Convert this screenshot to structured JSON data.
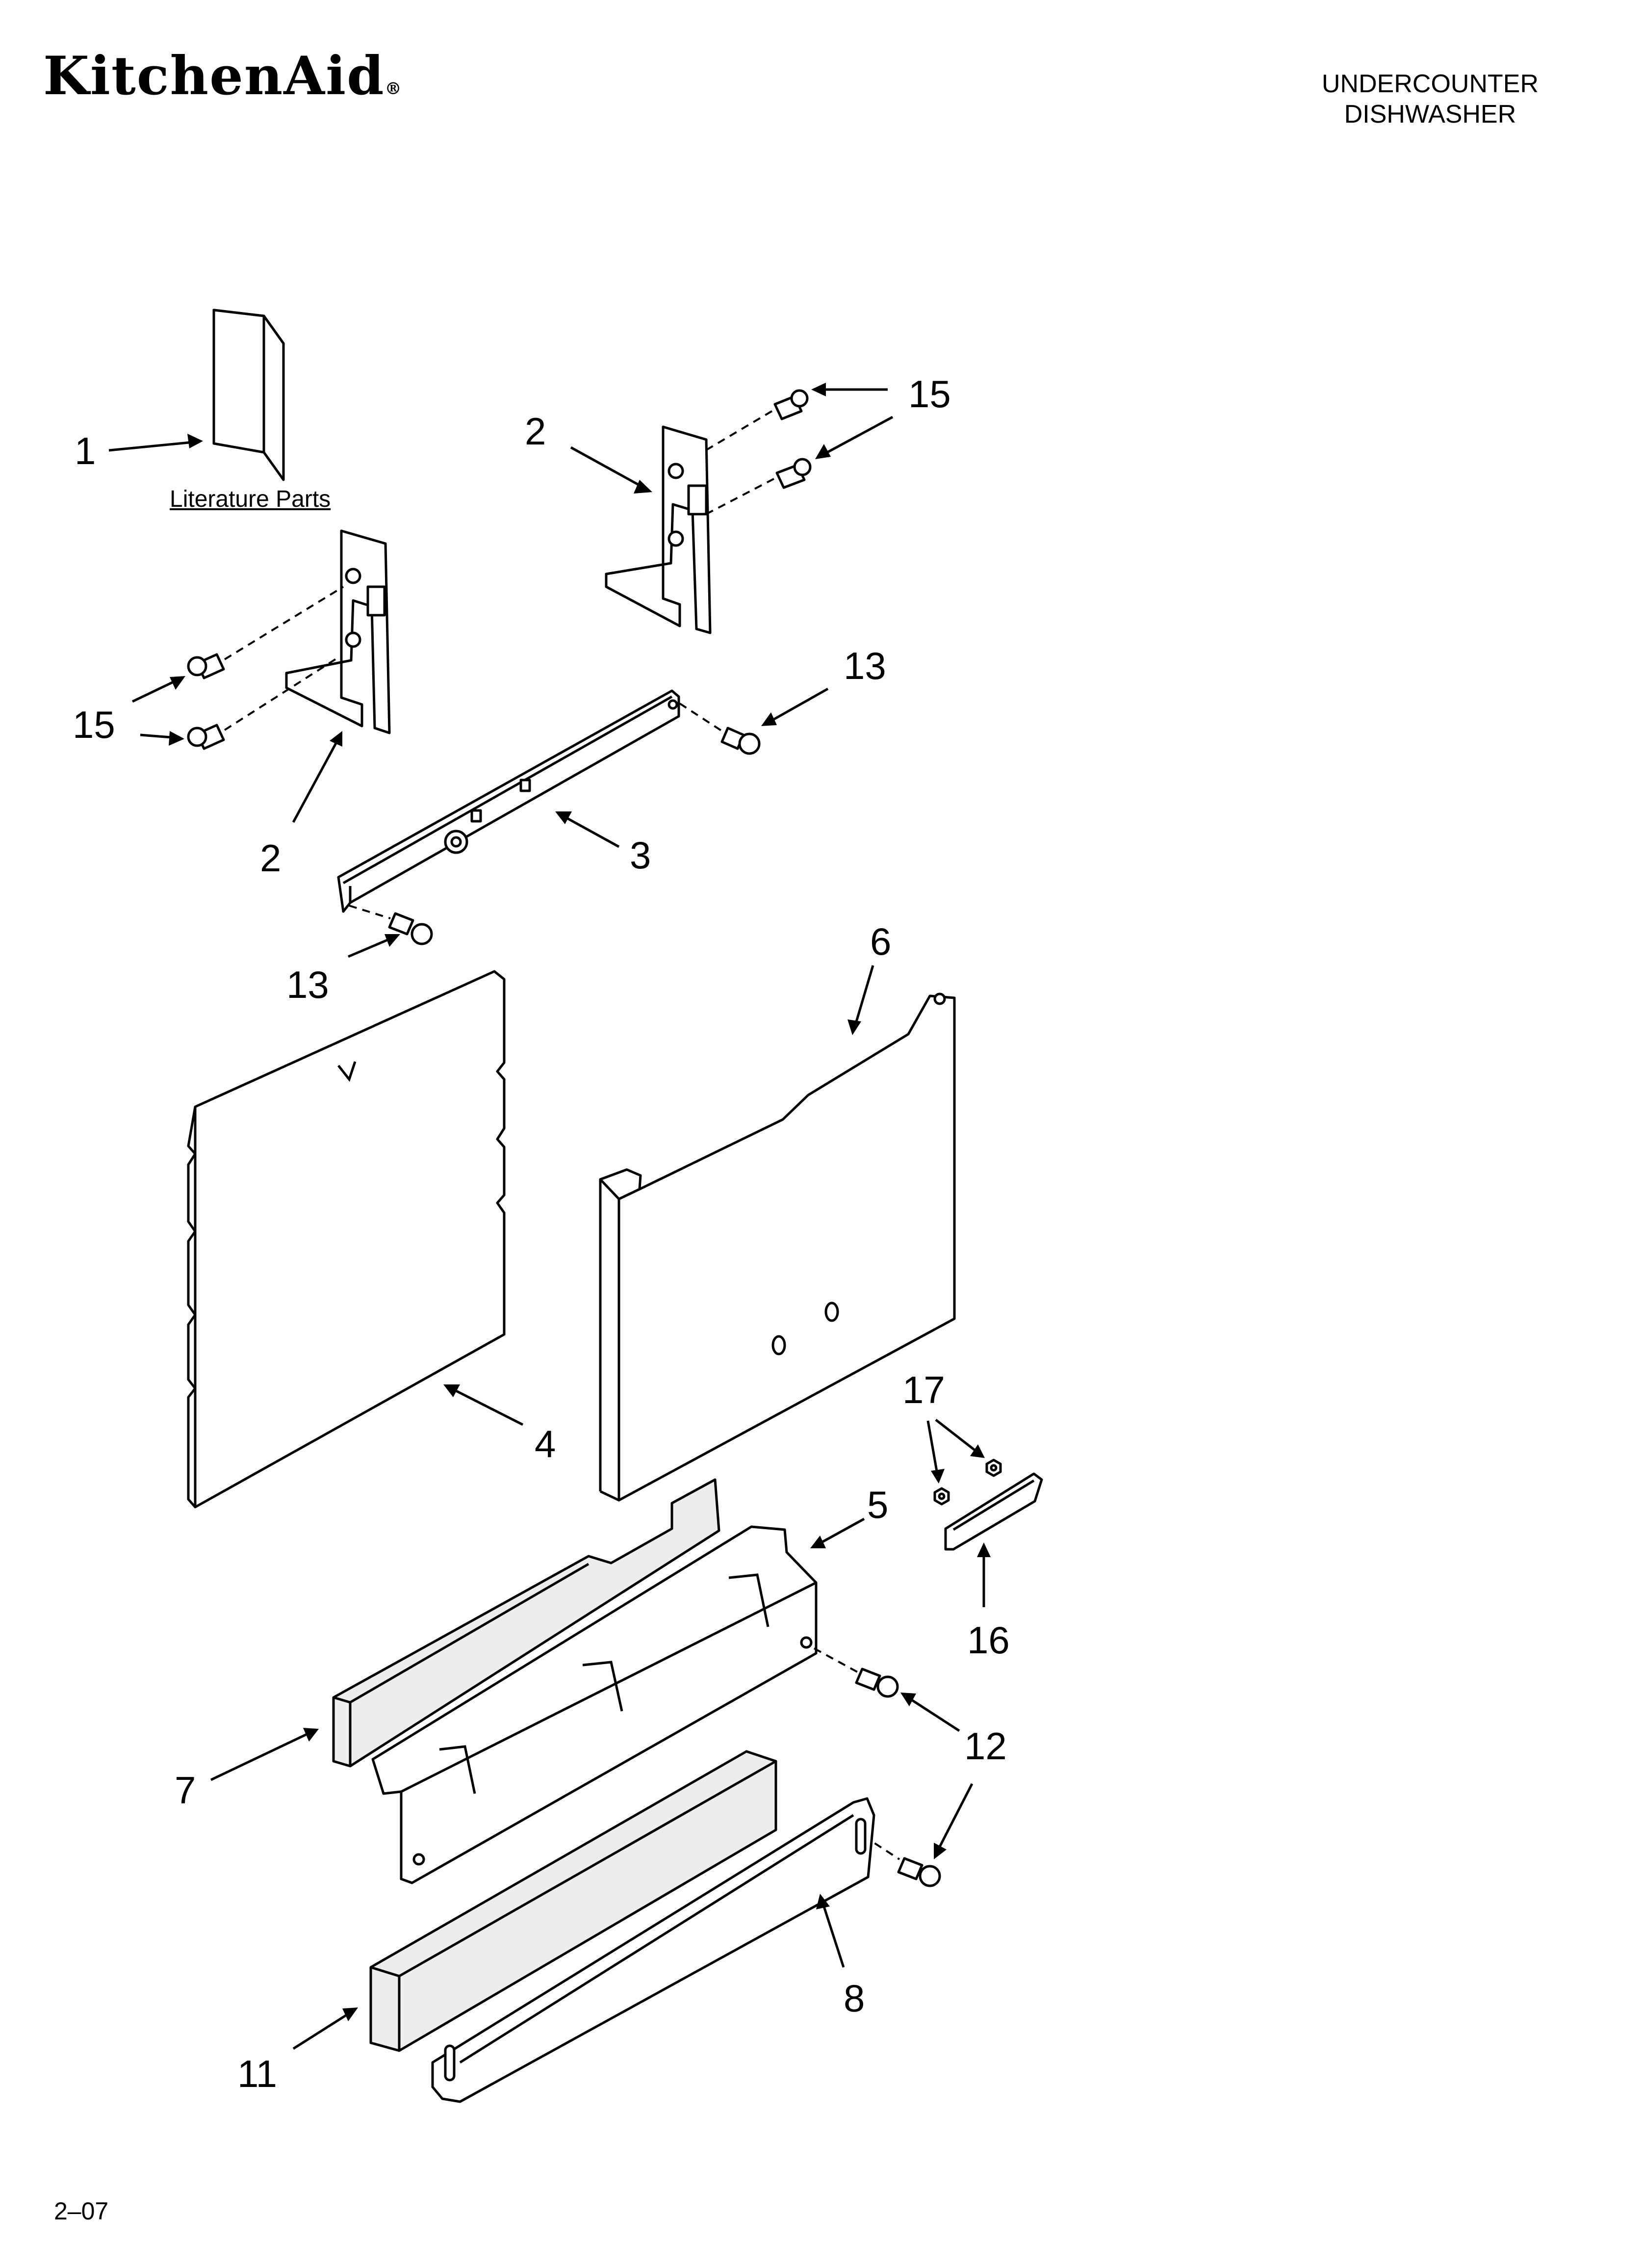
{
  "header": {
    "brand": "KitchenAid",
    "brand_mark": "®",
    "product_line1": "UNDERCOUNTER",
    "product_line2": "DISHWASHER"
  },
  "literature_label": "Literature Parts",
  "footer_code": "2–07",
  "callouts": {
    "c1": "1",
    "c2_top": "2",
    "c2_left": "2",
    "c3": "3",
    "c4": "4",
    "c5": "5",
    "c6": "6",
    "c7": "7",
    "c8": "8",
    "c11": "11",
    "c12": "12",
    "c13_right": "13",
    "c13_left": "13",
    "c15_top": "15",
    "c15_left": "15",
    "c16": "16",
    "c17": "17"
  }
}
